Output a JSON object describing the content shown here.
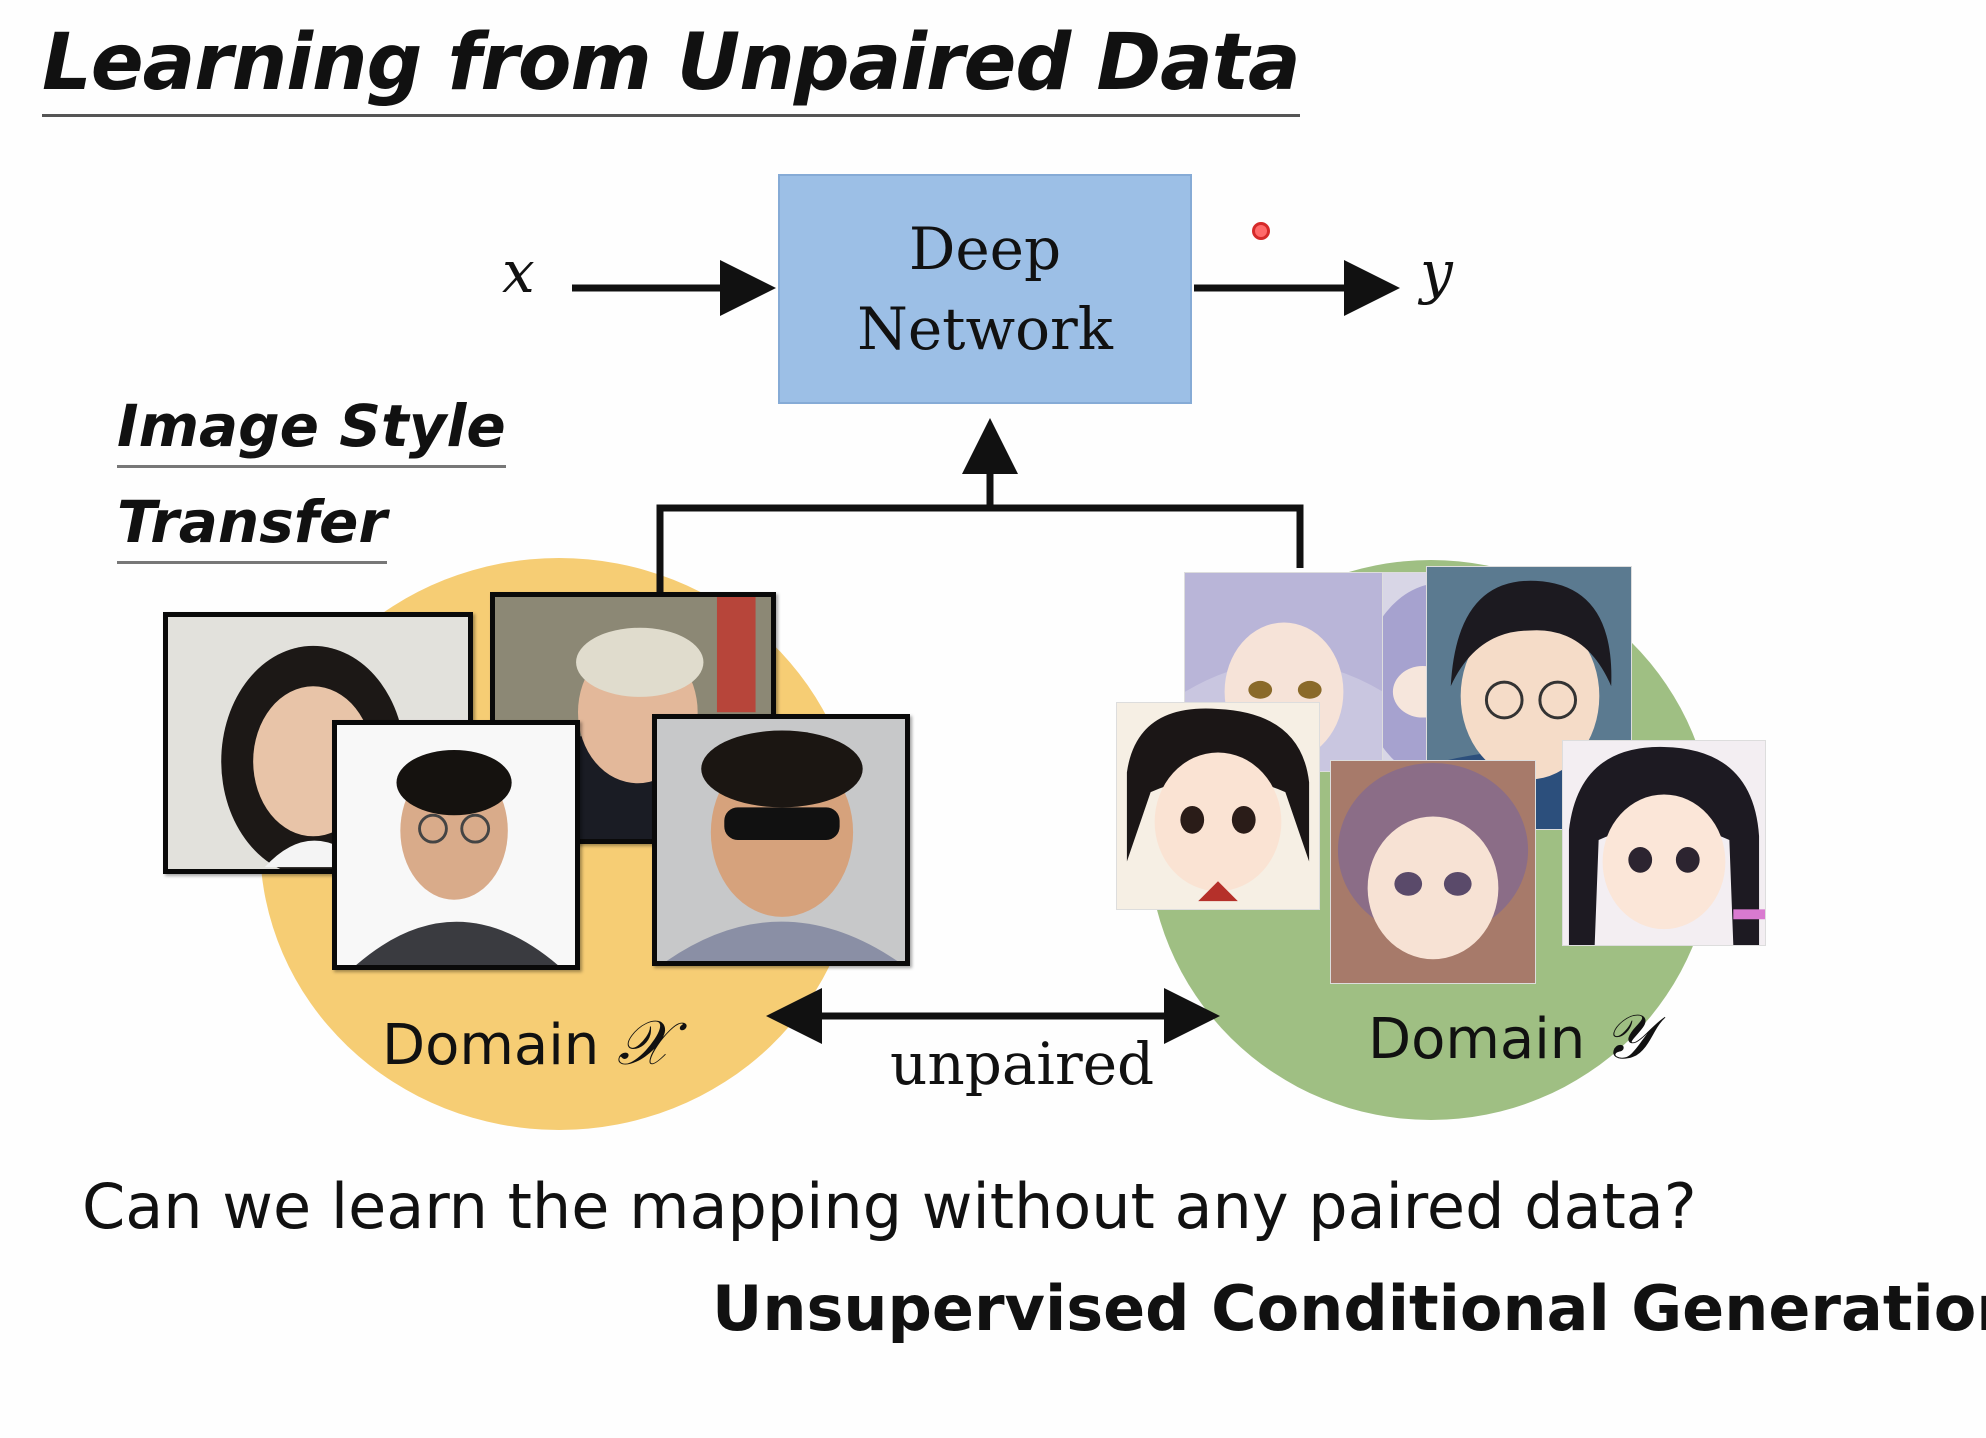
{
  "slide": {
    "title": "Learning from Unpaired Data",
    "subtitle_line1": "Image Style",
    "subtitle_line2": "Transfer",
    "question": "Can we learn the mapping without any paired data?",
    "answer": "Unsupervised Conditional Generation"
  },
  "diagram": {
    "input_symbol": "x",
    "output_symbol": "y",
    "network_line1": "Deep",
    "network_line2": "Network",
    "domain_x_label": "Domain",
    "domain_x_symbol": "𝒳",
    "domain_y_label": "Domain",
    "domain_y_symbol": "𝒴",
    "relation_label": "unpaired",
    "colors": {
      "network_box": "#9cbfe6",
      "domain_x": "#f6cd74",
      "domain_y": "#9fbf83",
      "laser_pointer": "#ff6a6a"
    }
  }
}
